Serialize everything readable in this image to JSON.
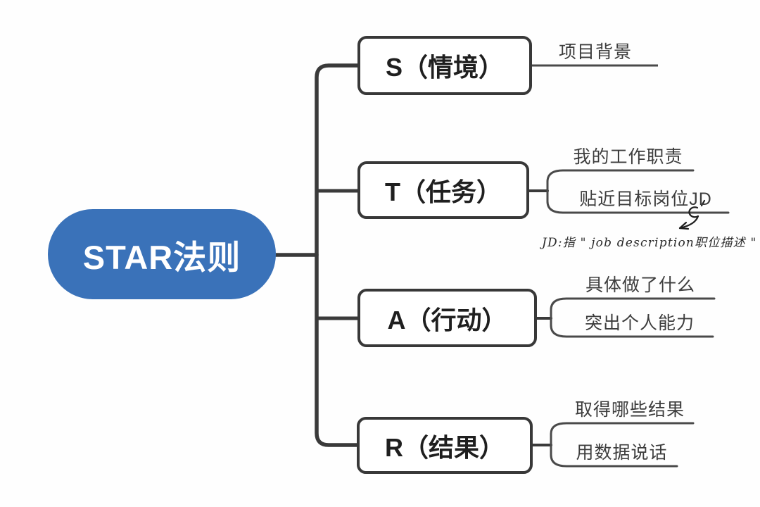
{
  "diagram": {
    "root": {
      "label": "STAR法则"
    },
    "branches": [
      {
        "id": "S",
        "label": "S（情境）",
        "children": [
          "项目背景"
        ]
      },
      {
        "id": "T",
        "label": "T（任务）",
        "children": [
          "我的工作职责",
          "贴近目标岗位JD"
        ]
      },
      {
        "id": "A",
        "label": "A（行动）",
        "children": [
          "具体做了什么",
          "突出个人能力"
        ]
      },
      {
        "id": "R",
        "label": "R（结果）",
        "children": [
          "取得哪些结果",
          "用数据说话"
        ]
      }
    ],
    "annotation": {
      "text": "JD:指 \" job description职位描述 \"",
      "arrow": "curved-9-arrow pointing to annotation"
    },
    "colors": {
      "root_fill": "#3a72b9",
      "root_text": "#ffffff",
      "box_border": "#383838",
      "box_text": "#1f1f1f",
      "connector": "#3a3a3a",
      "child_line": "#4a4a4a",
      "label_text": "#3d3d3d",
      "background": "#fefefe"
    }
  }
}
